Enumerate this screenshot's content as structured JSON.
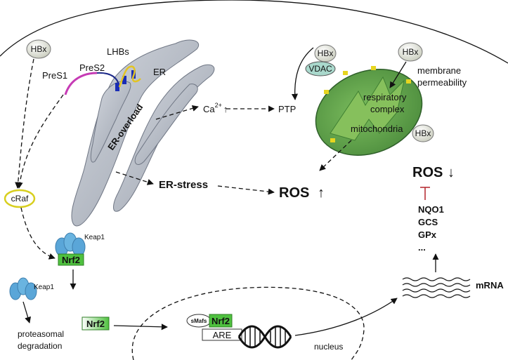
{
  "colors": {
    "er": "#b4bac4",
    "mito": "#5ea14d",
    "mito_inner": "#86c05c",
    "nrf2": "#4fc13f",
    "keap1": "#5aa6d8",
    "hbx": "#e4e6d8",
    "vdac": "#a9d8cc",
    "pres1": "#c63bb5",
    "pres2": "#1d2a8a",
    "lhbs": "#e3c423",
    "craf": "#d8cf1f",
    "inhibit": "#b3232b"
  },
  "icons": [
    "er-icon",
    "mitochondrion-icon",
    "dna-icon",
    "mrna-icon",
    "keap1-icon"
  ],
  "labels": {
    "hbx": "HBx",
    "pres1": "PreS1",
    "pres2": "PreS2",
    "lhbs": "LHBs",
    "er": "ER",
    "er_overload": "ER-overload",
    "calcium_base": "Ca",
    "calcium_sup": "2+",
    "calcium_arrow": "↑",
    "ptp": "PTP",
    "vdac": "VDAC",
    "membrane_line1": "membrane",
    "membrane_line2": "permeability",
    "respiratory_line1": "respiratory",
    "respiratory_line2": "complex",
    "mitochondria": "mitochondria",
    "er_stress": "ER-stress",
    "ros_up": "ROS",
    "ros_up_arrow": "↑",
    "ros_down": "ROS",
    "ros_down_arrow": "↓",
    "nqo1": "NQO1",
    "gcs": "GCS",
    "gpx": "GPx",
    "ellipsis": "...",
    "craf": "cRaf",
    "keap1": "Keap1",
    "nrf2": "Nrf2",
    "smafs": "sMafs",
    "are": "ARE",
    "mrna": "mRNA",
    "nucleus": "nucleus",
    "proteasomal_line1": "proteasomal",
    "proteasomal_line2": "degradation"
  }
}
